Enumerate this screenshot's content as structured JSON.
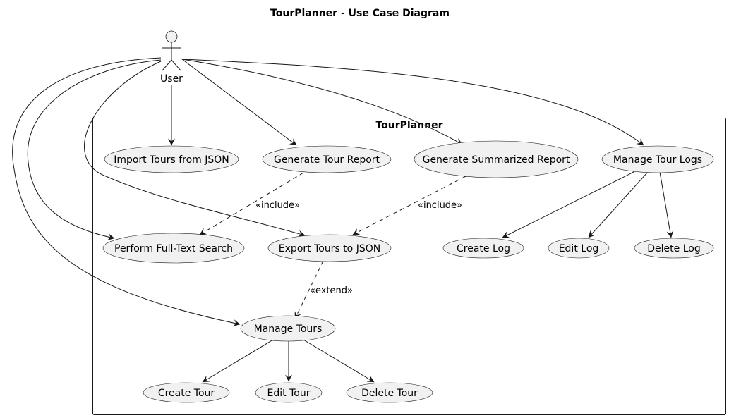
{
  "title": "TourPlanner - Use Case Diagram",
  "actor": {
    "label": "User"
  },
  "system": {
    "label": "TourPlanner"
  },
  "use_cases": {
    "import": "Import Tours from JSON",
    "report": "Generate Tour Report",
    "summary": "Generate Summarized Report",
    "logs": "Manage Tour Logs",
    "search": "Perform Full-Text Search",
    "export": "Export Tours to JSON",
    "create_log": "Create Log",
    "edit_log": "Edit Log",
    "delete_log": "Delete Log",
    "tours": "Manage Tours",
    "create_tour": "Create Tour",
    "edit_tour": "Edit Tour",
    "delete_tour": "Delete Tour"
  },
  "relations": {
    "include_label": "«include»",
    "extend_label": "«extend»"
  },
  "colors": {
    "fill": "#f1f1f1",
    "stroke": "#181818",
    "background": "#ffffff"
  }
}
